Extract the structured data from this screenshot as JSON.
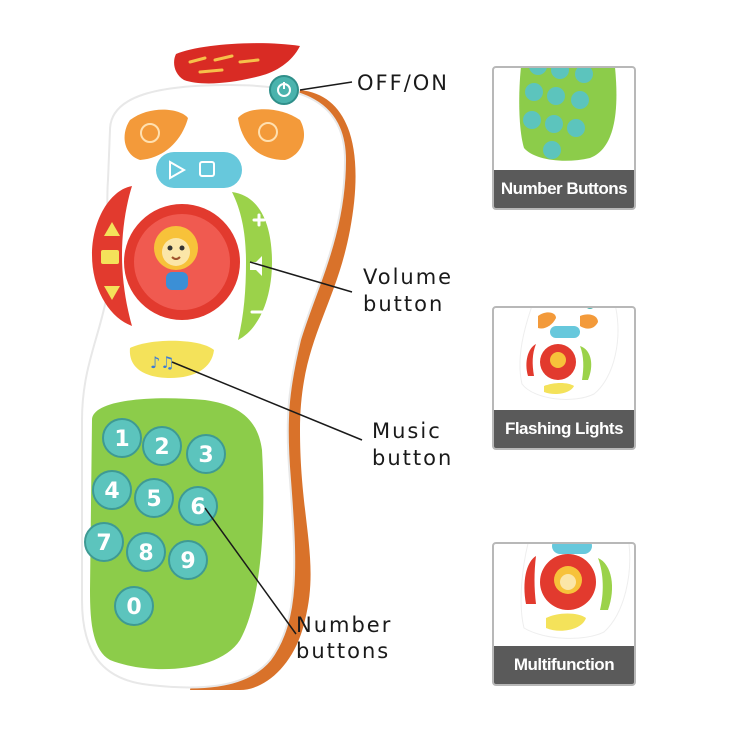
{
  "callouts": {
    "power": "OFF/ON",
    "volume_line1": "Volume",
    "volume_line2": "button",
    "music_line1": "Music",
    "music_line2": "button",
    "number_line1": "Number",
    "number_line2": "buttons"
  },
  "keypad_digits": [
    "1",
    "2",
    "3",
    "4",
    "5",
    "6",
    "7",
    "8",
    "9",
    "0"
  ],
  "cards": [
    {
      "label": "Number Buttons"
    },
    {
      "label": "Flashing Lights"
    },
    {
      "label": "Multifunction"
    }
  ],
  "colors": {
    "remote_body": "#ffffff",
    "remote_edge": "#d9722a",
    "keypad_green": "#8ccc4a",
    "key_teal": "#5cc4bd",
    "red": "#e23a2e",
    "orange": "#f39a3a",
    "light_blue": "#67c8dc",
    "lime": "#9bd24a",
    "yellow": "#f4e25a",
    "card_label_bg": "#5a5a5a"
  }
}
